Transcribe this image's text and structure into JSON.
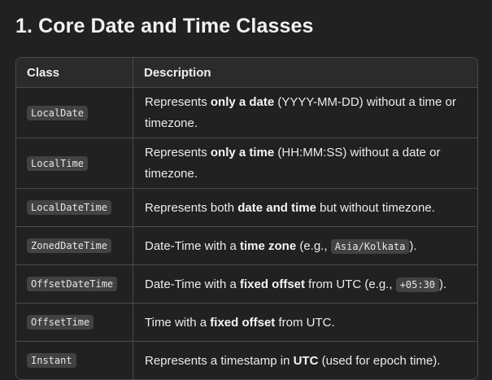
{
  "heading": "1. Core Date and Time Classes",
  "table": {
    "headers": [
      "Class",
      "Description"
    ],
    "rows": [
      {
        "cls": "LocalDate",
        "d": [
          "Represents ",
          "only a date",
          " (YYYY-MM-DD) without a time or timezone."
        ]
      },
      {
        "cls": "LocalTime",
        "d": [
          "Represents ",
          "only a time",
          " (HH:MM:SS) without a date or timezone."
        ]
      },
      {
        "cls": "LocalDateTime",
        "d": [
          "Represents both ",
          "date and time",
          " but without timezone."
        ]
      },
      {
        "cls": "ZonedDateTime",
        "d": [
          "Date-Time with a ",
          "time zone",
          " (e.g., ",
          "Asia/Kolkata",
          ")."
        ]
      },
      {
        "cls": "OffsetDateTime",
        "d": [
          "Date-Time with a ",
          "fixed offset",
          " from UTC (e.g., ",
          "+05:30",
          ")."
        ]
      },
      {
        "cls": "OffsetTime",
        "d": [
          "Time with a ",
          "fixed offset",
          " from UTC."
        ]
      },
      {
        "cls": "Instant",
        "d": [
          "Represents a timestamp in ",
          "UTC",
          " (used for epoch time)."
        ]
      }
    ]
  }
}
